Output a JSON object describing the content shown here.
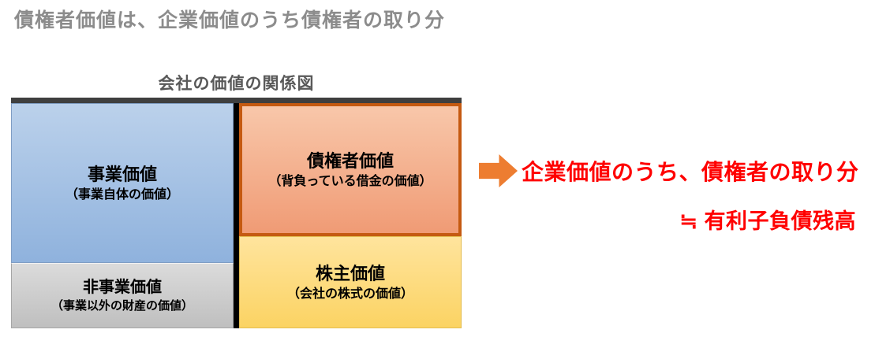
{
  "colors": {
    "title-gray": "#8C8C8C",
    "caption-gray": "#595959",
    "bar-dark": "#3F3F3F",
    "divider-black": "#000000",
    "blue-top": "#BBD1EB",
    "blue-bottom": "#8FB2DD",
    "gray-top": "#DBDBDB",
    "gray-bottom": "#BFBFBF",
    "orange-top": "#F8C7AA",
    "orange-bottom": "#F09B75",
    "orange-border": "#C55A11",
    "yellow-top": "#FFE49D",
    "yellow-bottom": "#FBD363",
    "yellow-border": "#E3BC50",
    "arrow-orange": "#ED7D31",
    "text-red": "#FF0000",
    "box-text": "#000000"
  },
  "header": {
    "title": "債権者価値は、企業価値のうち債権者の取り分"
  },
  "diagram": {
    "caption": "会社の価値の関係図",
    "business": {
      "label": "事業価値",
      "sublabel": "（事業自体の価値）"
    },
    "non_business": {
      "label": "非事業価値",
      "sublabel": "（事業以外の財産の価値）"
    },
    "creditor": {
      "label": "債権者価値",
      "sublabel": "（背負っている借金の価値）"
    },
    "shareholder": {
      "label": "株主価値",
      "sublabel": "（会社の株式の価値）"
    }
  },
  "annotation": {
    "line1": "企業価値のうち、債権者の取り分",
    "line2": "≒ 有利子負債残高"
  }
}
